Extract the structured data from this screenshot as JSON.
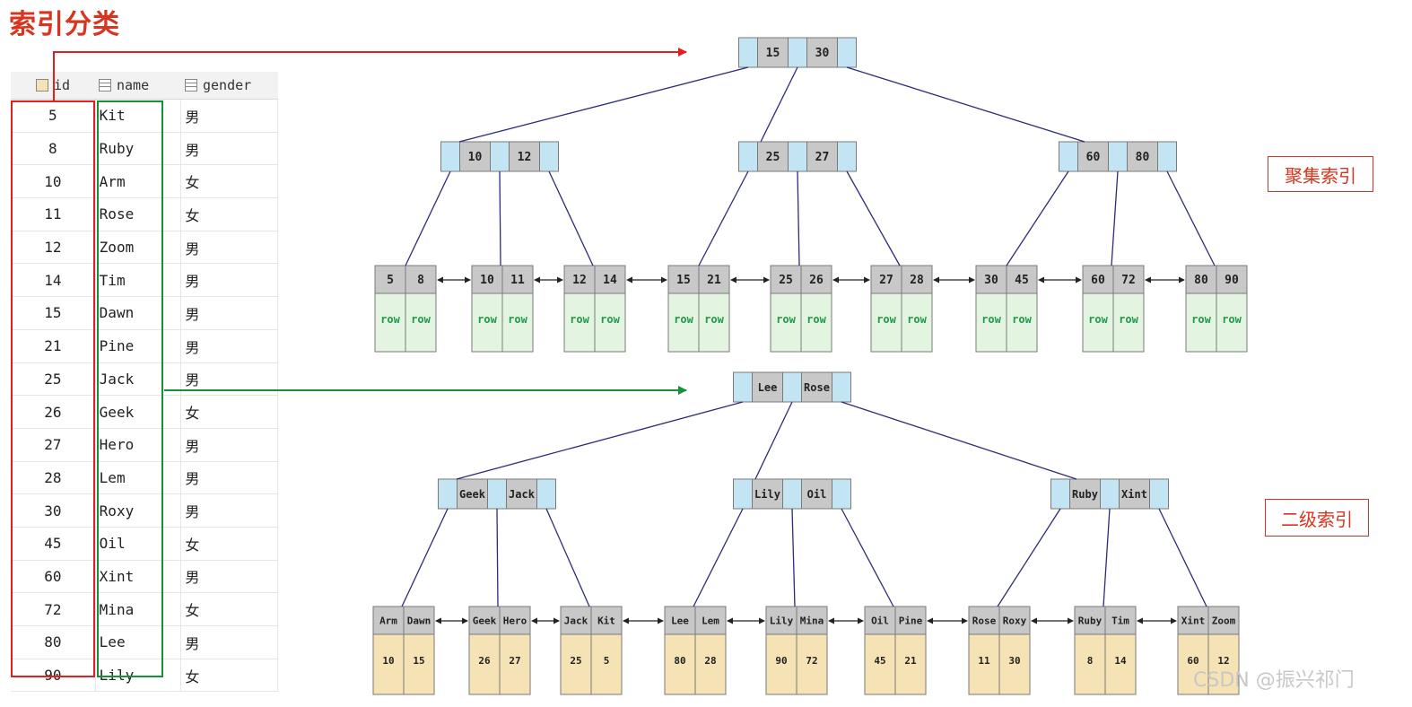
{
  "title": "索引分类",
  "table": {
    "headers": [
      "id",
      "name",
      "gender"
    ],
    "rows": [
      [
        "5",
        "Kit",
        "男"
      ],
      [
        "8",
        "Ruby",
        "男"
      ],
      [
        "10",
        "Arm",
        "女"
      ],
      [
        "11",
        "Rose",
        "女"
      ],
      [
        "12",
        "Zoom",
        "男"
      ],
      [
        "14",
        "Tim",
        "男"
      ],
      [
        "15",
        "Dawn",
        "男"
      ],
      [
        "21",
        "Pine",
        "男"
      ],
      [
        "25",
        "Jack",
        "男"
      ],
      [
        "26",
        "Geek",
        "女"
      ],
      [
        "27",
        "Hero",
        "男"
      ],
      [
        "28",
        "Lem",
        "男"
      ],
      [
        "30",
        "Roxy",
        "男"
      ],
      [
        "45",
        "Oil",
        "女"
      ],
      [
        "60",
        "Xint",
        "男"
      ],
      [
        "72",
        "Mina",
        "女"
      ],
      [
        "80",
        "Lee",
        "男"
      ],
      [
        "90",
        "Lily",
        "女"
      ]
    ]
  },
  "clustered": {
    "label": "聚集索引",
    "root": [
      "15",
      "30"
    ],
    "internal": [
      [
        "10",
        "12"
      ],
      [
        "25",
        "27"
      ],
      [
        "60",
        "80"
      ]
    ],
    "leaves": [
      [
        "5",
        "8"
      ],
      [
        "10",
        "11"
      ],
      [
        "12",
        "14"
      ],
      [
        "15",
        "21"
      ],
      [
        "25",
        "26"
      ],
      [
        "27",
        "28"
      ],
      [
        "30",
        "45"
      ],
      [
        "60",
        "72"
      ],
      [
        "80",
        "90"
      ]
    ],
    "leaf_value": "row"
  },
  "secondary": {
    "label": "二级索引",
    "root": [
      "Lee",
      "Rose"
    ],
    "internal": [
      [
        "Geek",
        "Jack"
      ],
      [
        "Lily",
        "Oil"
      ],
      [
        "Ruby",
        "Xint"
      ]
    ],
    "leaves": [
      {
        "keys": [
          "Arm",
          "Dawn"
        ],
        "ids": [
          "10",
          "15"
        ]
      },
      {
        "keys": [
          "Geek",
          "Hero"
        ],
        "ids": [
          "26",
          "27"
        ]
      },
      {
        "keys": [
          "Jack",
          "Kit"
        ],
        "ids": [
          "25",
          "5"
        ]
      },
      {
        "keys": [
          "Lee",
          "Lem"
        ],
        "ids": [
          "80",
          "28"
        ]
      },
      {
        "keys": [
          "Lily",
          "Mina"
        ],
        "ids": [
          "90",
          "72"
        ]
      },
      {
        "keys": [
          "Oil",
          "Pine"
        ],
        "ids": [
          "45",
          "21"
        ]
      },
      {
        "keys": [
          "Rose",
          "Roxy"
        ],
        "ids": [
          "11",
          "30"
        ]
      },
      {
        "keys": [
          "Ruby",
          "Tim"
        ],
        "ids": [
          "8",
          "14"
        ]
      },
      {
        "keys": [
          "Xint",
          "Zoom"
        ],
        "ids": [
          "60",
          "12"
        ]
      }
    ]
  },
  "watermark": "CSDN @振兴祁门",
  "colors": {
    "title": "#d9341f",
    "key_cell": "#c8c8c8",
    "pointer_cell": "#c3e4f3",
    "row_cell": "#e3f5e1",
    "row_text": "#1f9a4a",
    "id_cell": "#f5e3b5",
    "edge": "#2c2c7a",
    "red_arrow": "#e02020",
    "green_arrow": "#16913a"
  }
}
